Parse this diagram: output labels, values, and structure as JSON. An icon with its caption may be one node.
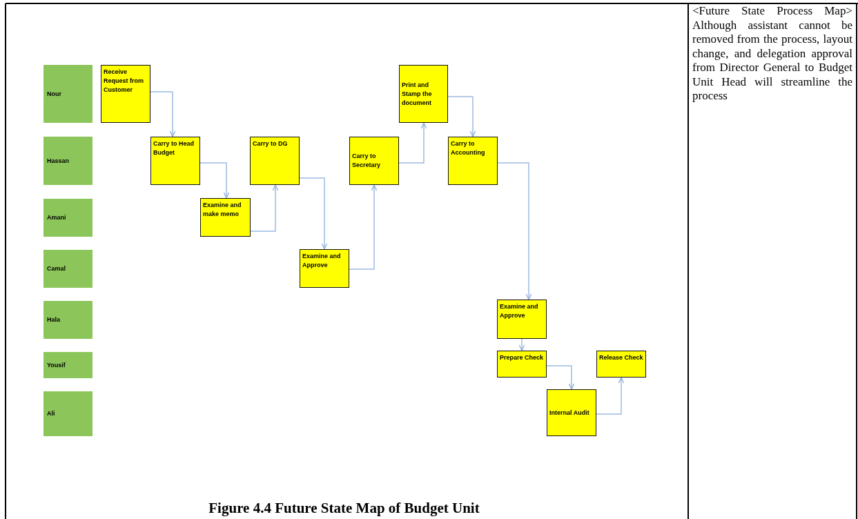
{
  "diagram": {
    "caption": "Figure 4.4 Future State Map of Budget Unit",
    "nodes": [
      {
        "text": [
          "Nour"
        ]
      },
      {
        "text": [
          "Hassan"
        ]
      },
      {
        "text": [
          "Amani"
        ]
      },
      {
        "text": [
          "Camal"
        ]
      },
      {
        "text": [
          "Hala"
        ]
      },
      {
        "text": [
          "Yousif"
        ]
      },
      {
        "text": [
          "Ali"
        ]
      },
      {
        "text": [
          "Receive Request from Customer"
        ]
      },
      {
        "text": [
          "Carry to Head Budget"
        ]
      },
      {
        "text": [
          "Examine and make memo"
        ]
      },
      {
        "text": [
          "Carry to DG"
        ]
      },
      {
        "text": [
          "Examine and Approve"
        ]
      },
      {
        "text": [
          "Carry to Secretary"
        ]
      },
      {
        "text": [
          "Print and Stamp the document"
        ]
      },
      {
        "text": [
          "Carry to Accounting"
        ]
      },
      {
        "text": [
          "Examine and Approve"
        ]
      },
      {
        "text": [
          "Prepare Check"
        ]
      },
      {
        "text": [
          "Internal Audit"
        ]
      },
      {
        "text": [
          "Release Check"
        ]
      }
    ],
    "edges": [
      {
        "from": 7,
        "to": 8,
        "arrow": "to"
      },
      {
        "from": 8,
        "to": 9,
        "arrow": "to"
      },
      {
        "from": 9,
        "to": 10,
        "arrow": "to"
      },
      {
        "from": 10,
        "to": 11,
        "arrow": "to"
      },
      {
        "from": 11,
        "to": 12,
        "arrow": "to"
      },
      {
        "from": 12,
        "to": 13,
        "arrow": "to"
      },
      {
        "from": 13,
        "to": 14,
        "arrow": "to"
      },
      {
        "from": 14,
        "to": 15,
        "arrow": "to"
      },
      {
        "from": 15,
        "to": 16,
        "arrow": "to"
      },
      {
        "from": 16,
        "to": 17,
        "arrow": "to"
      },
      {
        "from": 17,
        "to": 18,
        "arrow": "to"
      }
    ],
    "labels": [
      "<Future State Process Map> Although assistant cannot be removed from the process, layout change, and delegation approval from Director General to Budget Unit Head will streamline the process"
    ]
  }
}
